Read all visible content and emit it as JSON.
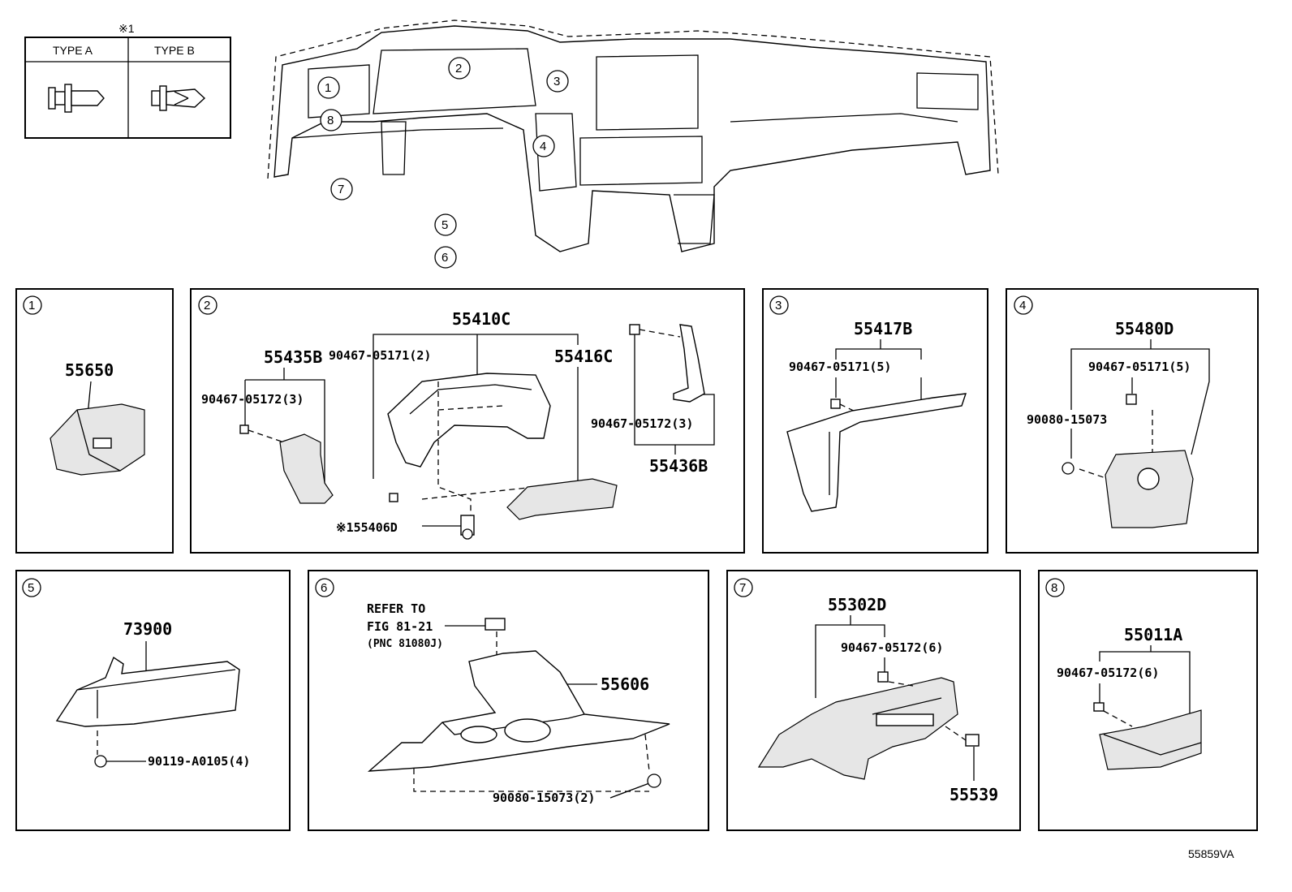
{
  "legend": {
    "note_mark": "※1",
    "type_a": "TYPE A",
    "type_b": "TYPE B"
  },
  "overview": {
    "callouts": [
      "1",
      "2",
      "3",
      "4",
      "5",
      "6",
      "7",
      "8"
    ]
  },
  "panels": {
    "p1": {
      "index": "1",
      "labels": {
        "part": "55650"
      }
    },
    "p2": {
      "index": "2",
      "labels": {
        "part_a": "55435B",
        "clip_a": "90467-05172(3)",
        "clip_b": "90467-05171(2)",
        "part_b": "55410C",
        "part_c": "55416C",
        "clip_c": "90467-05172(3)",
        "part_d": "55436B",
        "part_e": "※155406D"
      }
    },
    "p3": {
      "index": "3",
      "labels": {
        "part": "55417B",
        "clip": "90467-05171(5)"
      }
    },
    "p4": {
      "index": "4",
      "labels": {
        "part": "55480D",
        "clip": "90467-05171(5)",
        "screw": "90080-15073"
      }
    },
    "p5": {
      "index": "5",
      "labels": {
        "part": "73900",
        "bolt": "90119-A0105(4)"
      }
    },
    "p6": {
      "index": "6",
      "labels": {
        "refer_1": "REFER TO",
        "refer_2": "FIG 81-21",
        "refer_3": "(PNC 81080J)",
        "part": "55606",
        "screw": "90080-15073(2)"
      }
    },
    "p7": {
      "index": "7",
      "labels": {
        "part": "55302D",
        "clip": "90467-05172(6)",
        "part_b": "55539"
      }
    },
    "p8": {
      "index": "8",
      "labels": {
        "part": "55011A",
        "clip": "90467-05172(6)"
      }
    }
  },
  "figure_code": "55859VA"
}
